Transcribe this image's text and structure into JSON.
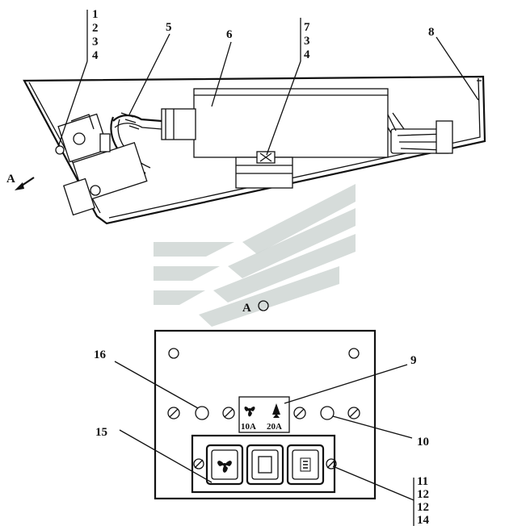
{
  "callouts": {
    "c1": "1",
    "c2": "2",
    "c3": "3",
    "c4": "4",
    "c5": "5",
    "c6": "6",
    "c7": "7",
    "c3b": "3",
    "c4b": "4",
    "c8": "8",
    "c9": "9",
    "c10": "10",
    "c11": "11",
    "c12": "12",
    "c12b": "12",
    "c14": "14",
    "c15": "15",
    "c16": "16"
  },
  "view": {
    "arrow_label": "A",
    "view_marker": "A"
  },
  "panel": {
    "fuse_left_rating": "10A",
    "fuse_right_rating": "20A"
  },
  "icons": [
    "fan-icon",
    "lamp-icon",
    "square-button-icon",
    "heater-icon"
  ]
}
